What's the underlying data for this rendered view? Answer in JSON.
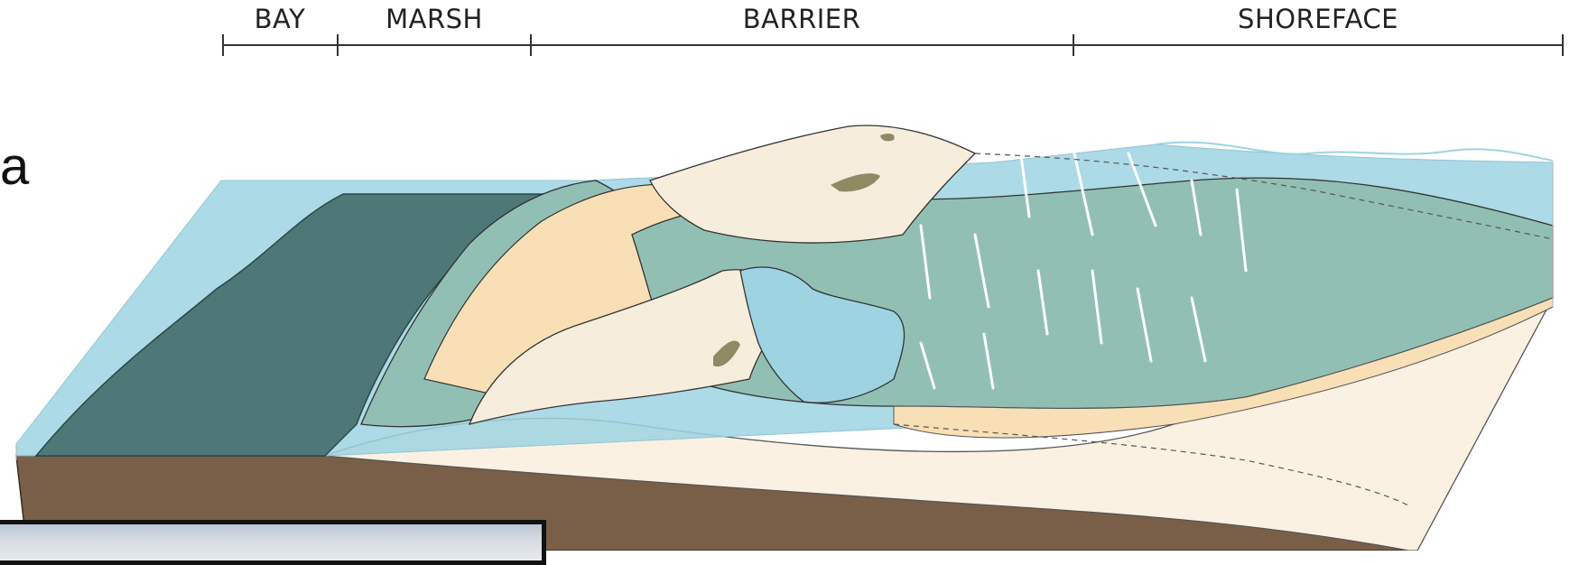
{
  "scale_bar": {
    "zones": [
      {
        "key": "bay",
        "label": "BAY"
      },
      {
        "key": "marsh",
        "label": "MARSH"
      },
      {
        "key": "barrier",
        "label": "BARRIER"
      },
      {
        "key": "shoreface",
        "label": "SHOREFACE"
      }
    ]
  },
  "edge_text": "a",
  "colors": {
    "water": "#9ed3e2",
    "shallow_water": "#92bfb4",
    "deep_bay": "#4e7877",
    "sand": "#f8dfb5",
    "dune": "#f7eddc",
    "substrate": "#7a5f48",
    "vegetation": "#8f8a63",
    "ink": "#222222"
  }
}
